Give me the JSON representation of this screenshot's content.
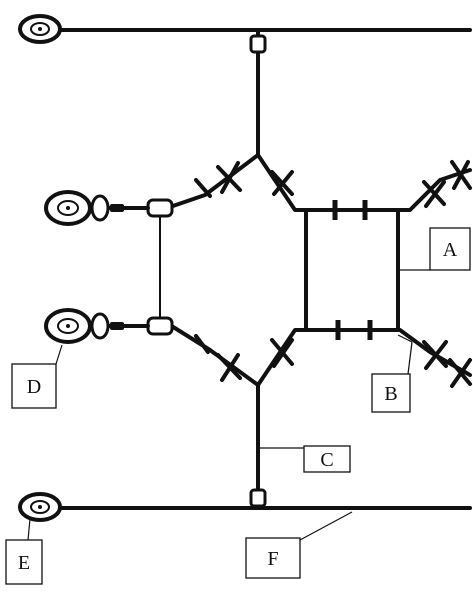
{
  "labels": {
    "a": "A",
    "b": "B",
    "c": "C",
    "d": "D",
    "e": "E",
    "f": "F"
  },
  "colors": {
    "ink": "#111111",
    "background": "#ffffff"
  }
}
